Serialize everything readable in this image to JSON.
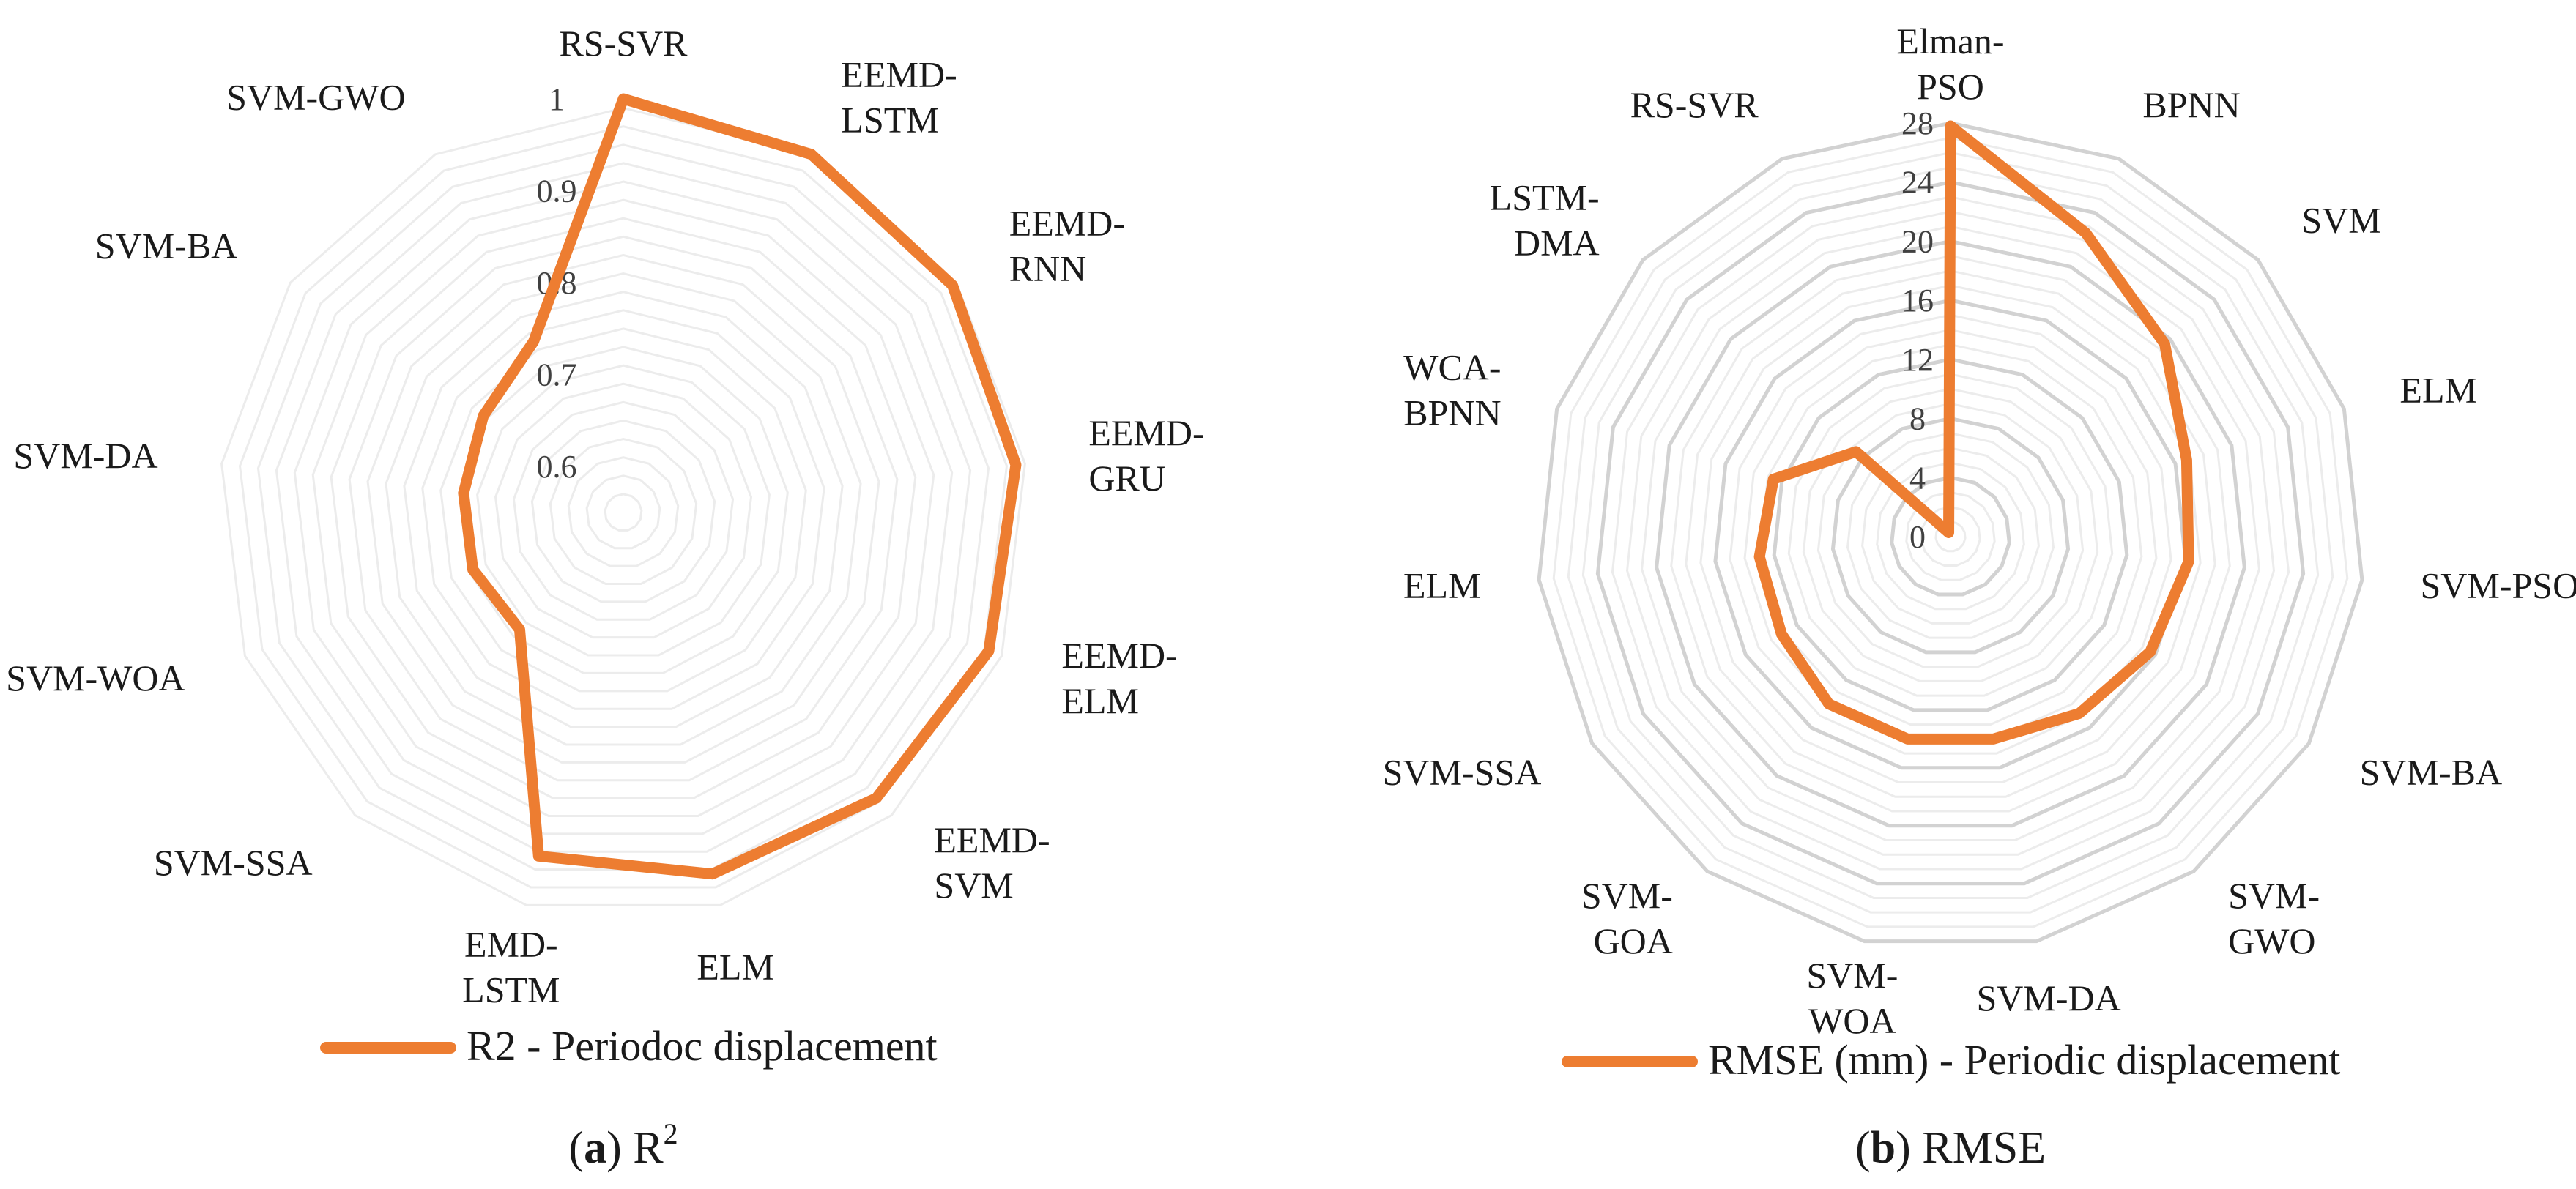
{
  "colors": {
    "series": "#ed7d31",
    "grid_major": "#d2d2d2",
    "grid_minor": "#ececec",
    "text": "#1a1a1a",
    "tick": "#404040"
  },
  "chart_data": [
    {
      "type": "radar",
      "panel": "a",
      "caption": {
        "letter": "a",
        "text": "R",
        "sup": "2"
      },
      "categories": [
        "RS-SVR",
        "EEMD-LSTM",
        "EEMD-RNN",
        "EEMD-GRU",
        "EEMD-ELM",
        "EEMD-SVM",
        "ELM",
        "EMD-LSTM",
        "SVM-SSA",
        "SVM-WOA",
        "SVM-DA",
        "SVM-BA",
        "SVM-GWO"
      ],
      "series": [
        {
          "name": "R2 - Periodoc displacement",
          "values": [
            1.0,
            0.99,
            0.985,
            0.98,
            0.975,
            0.965,
            0.955,
            0.935,
            0.72,
            0.725,
            0.725,
            0.735,
            0.76
          ]
        }
      ],
      "rlim": [
        0.55,
        1.0
      ],
      "ticks": [
        0.6,
        0.7,
        0.8,
        0.9,
        1
      ],
      "tick_labels": [
        "0.6",
        "0.7",
        "0.8",
        "0.9",
        "1"
      ],
      "minor_step": 0.02,
      "legend": "bottom"
    },
    {
      "type": "radar",
      "panel": "b",
      "caption": {
        "letter": "b",
        "text": "RMSE",
        "sup": ""
      },
      "categories": [
        "Elman-PSO",
        "BPNN",
        "SVM",
        "ELM",
        "SVM-PSO",
        "SVM-BA",
        "SVM-GWO",
        "SVM-DA",
        "SVM-WOA",
        "SVM-GOA",
        "SVM-SSA",
        "ELM",
        "WCA-BPNN",
        "LSTM-DMA",
        "RS-SVR"
      ],
      "series": [
        {
          "name": "RMSE (mm) - Periodic displacement",
          "values": [
            27.8,
            22.5,
            19.5,
            16.8,
            16.2,
            15.6,
            14.8,
            14.0,
            14.0,
            14.0,
            13.2,
            13.0,
            12.6,
            8.6,
            0.3
          ]
        }
      ],
      "rlim": [
        0,
        28
      ],
      "ticks": [
        0,
        4,
        8,
        12,
        16,
        20,
        24,
        28
      ],
      "tick_labels": [
        "0",
        "4",
        "8",
        "12",
        "16",
        "20",
        "24",
        "28"
      ],
      "minor_step": 1,
      "legend": "bottom"
    }
  ]
}
